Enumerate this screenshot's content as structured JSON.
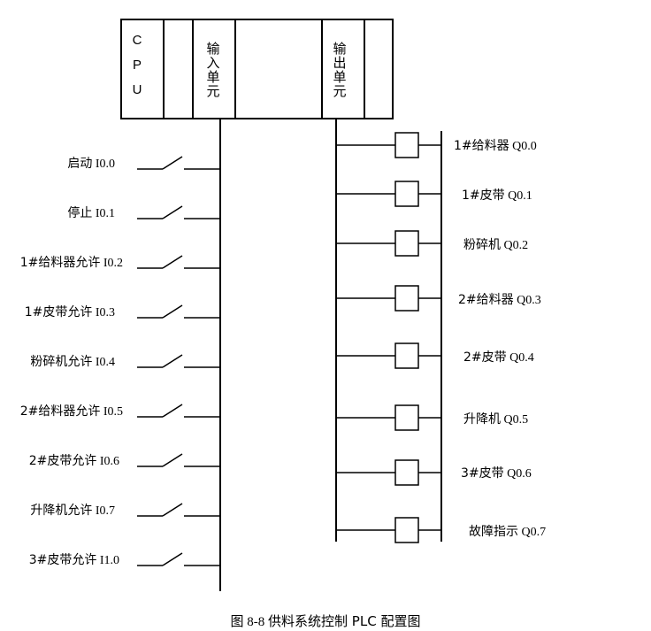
{
  "plc_rack": {
    "cpu_letters": [
      "C",
      "P",
      "U"
    ],
    "input_unit_chars": [
      "输",
      "入",
      "单",
      "元"
    ],
    "output_unit_chars": [
      "输",
      "出",
      "单",
      "元"
    ]
  },
  "inputs": [
    {
      "name": "启动",
      "address": "I0.0"
    },
    {
      "name": "停止",
      "address": "I0.1"
    },
    {
      "name": "1#给料器允许",
      "address": "I0.2"
    },
    {
      "name": "1#皮带允许",
      "address": "I0.3"
    },
    {
      "name": "粉碎机允许",
      "address": "I0.4"
    },
    {
      "name": "2#给料器允许",
      "address": "I0.5"
    },
    {
      "name": "2#皮带允许",
      "address": "I0.6"
    },
    {
      "name": "升降机允许",
      "address": "I0.7"
    },
    {
      "name": "3#皮带允许",
      "address": "I1.0"
    }
  ],
  "outputs": [
    {
      "name": "1#给料器",
      "address": "Q0.0"
    },
    {
      "name": "1#皮带",
      "address": "Q0.1"
    },
    {
      "name": "粉碎机",
      "address": "Q0.2"
    },
    {
      "name": "2#给料器",
      "address": "Q0.3"
    },
    {
      "name": "2#皮带",
      "address": "Q0.4"
    },
    {
      "name": "升降机",
      "address": "Q0.5"
    },
    {
      "name": "3#皮带",
      "address": "Q0.6"
    },
    {
      "name": "故障指示",
      "address": "Q0.7"
    }
  ],
  "caption": {
    "figure_number": "图 8-8",
    "title": "供料系统控制 PLC 配置图"
  }
}
